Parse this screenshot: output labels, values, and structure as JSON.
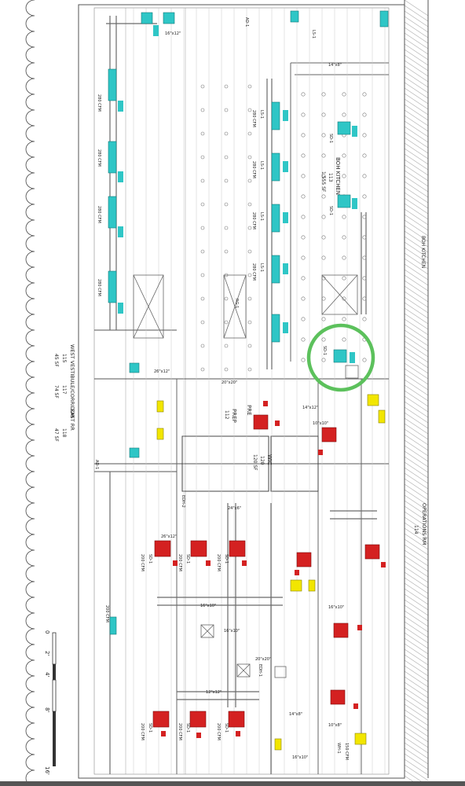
{
  "rooms": {
    "boh_kitchen": "BOH KITCHEN",
    "boh_kitchen_num": "113",
    "boh_kitchen_sf": "1,555 SF",
    "boh_kitchen_side": "BOH KITCHEN",
    "west_vestibule": "WEST VESTIBULE/CORRIDOR",
    "west_vestibule_num": "115",
    "west_vestibule_sf": "45 SF",
    "corridor_num": "117",
    "corridor_sf": "74 SF",
    "east_rr": "EAST RR",
    "east_rr_num": "118",
    "east_rr_sf": "47 SF",
    "operations_rm": "OPERATIONS RM",
    "operations_num": "114",
    "prep": "PREP",
    "prep_num": "112",
    "wic": "WIC",
    "wic_num": "120",
    "wic_sf": "120 SF",
    "pre": "PRE"
  },
  "diffuser_tags": {
    "ls1": "LS-1",
    "sd1": "SD-1",
    "rg1": "RG-1",
    "cfm_280": "280 CFM",
    "cfm_200": "200 CFM",
    "cfm_150": "150 CFM",
    "duct_16x12": "16\"x12\"",
    "duct_14x8": "14\"x8\"",
    "duct_26x12": "26\"x12\"",
    "duct_20x20": "20\"x20\"",
    "duct_14x12": "14\"x12\"",
    "duct_10x10": "10\"x10\"",
    "duct_24x6": "24\"x6\"",
    "duct_16x10": "16\"x10\"",
    "duct_12x12": "12\"x12\"",
    "duct_10x8": "10\"x8\""
  },
  "callouts": {
    "ad1": "AD-1",
    "ls1_b": "LS-1",
    "edh": "EDH-1",
    "edh2": "EDH-2",
    "wh": "WH-1"
  },
  "scale_bar": {
    "t0": "0",
    "t2": "2'",
    "t4": "4'",
    "t8": "8'",
    "t16": "16'"
  },
  "colors": {
    "cyan": "#2fc6c6",
    "red": "#d42121",
    "yellow": "#f2e600",
    "highlight": "#5cc15c",
    "line": "#6a6a6a"
  }
}
